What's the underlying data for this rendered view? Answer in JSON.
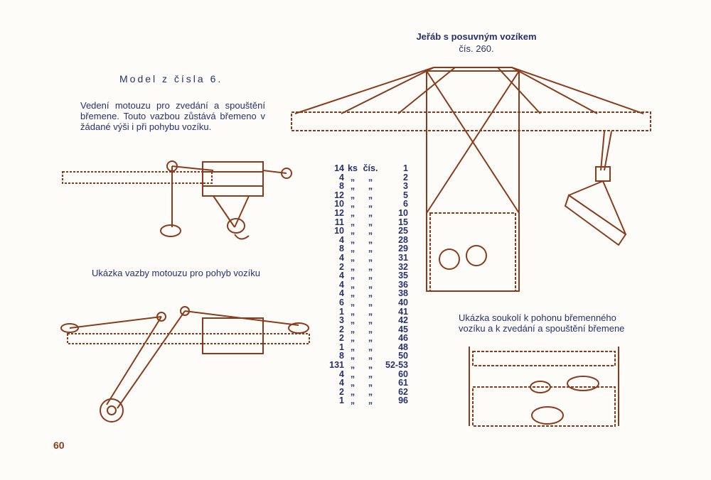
{
  "left": {
    "model_title": "Model z čísla 6.",
    "description": "Vedení motouzu pro zvedání a spouštění břemene. Touto vazbou zůstává břemeno v žádané výši i při pohybu vozíku.",
    "trolley_caption": "Ukázka vazby motouzu pro pohyb vozíku"
  },
  "crane": {
    "title": "Jeřáb s posuvným vozíkem",
    "number": "čís. 260."
  },
  "gear_caption": "Ukázka soukolí k pohonu břemenného vozíku a k zvedání a spouštění břemene",
  "page_number": "60",
  "parts": {
    "unit": "ks",
    "no_label": "čís.",
    "ditto": "„",
    "rows": [
      {
        "qty": "14",
        "no": "1"
      },
      {
        "qty": "4",
        "no": "2"
      },
      {
        "qty": "8",
        "no": "3"
      },
      {
        "qty": "12",
        "no": "5"
      },
      {
        "qty": "10",
        "no": "6"
      },
      {
        "qty": "12",
        "no": "10"
      },
      {
        "qty": "11",
        "no": "15"
      },
      {
        "qty": "10",
        "no": "25"
      },
      {
        "qty": "4",
        "no": "28"
      },
      {
        "qty": "8",
        "no": "29"
      },
      {
        "qty": "4",
        "no": "31"
      },
      {
        "qty": "2",
        "no": "32"
      },
      {
        "qty": "4",
        "no": "35"
      },
      {
        "qty": "4",
        "no": "36"
      },
      {
        "qty": "4",
        "no": "38"
      },
      {
        "qty": "6",
        "no": "40"
      },
      {
        "qty": "1",
        "no": "41"
      },
      {
        "qty": "3",
        "no": "42"
      },
      {
        "qty": "2",
        "no": "45"
      },
      {
        "qty": "2",
        "no": "46"
      },
      {
        "qty": "1",
        "no": "48"
      },
      {
        "qty": "8",
        "no": "50"
      },
      {
        "qty": "131",
        "no": "52-53"
      },
      {
        "qty": "4",
        "no": "60"
      },
      {
        "qty": "4",
        "no": "61"
      },
      {
        "qty": "2",
        "no": "62"
      },
      {
        "qty": "1",
        "no": "96"
      }
    ]
  },
  "colors": {
    "ink": "#26306e",
    "drawing": "#8a3b1c"
  }
}
